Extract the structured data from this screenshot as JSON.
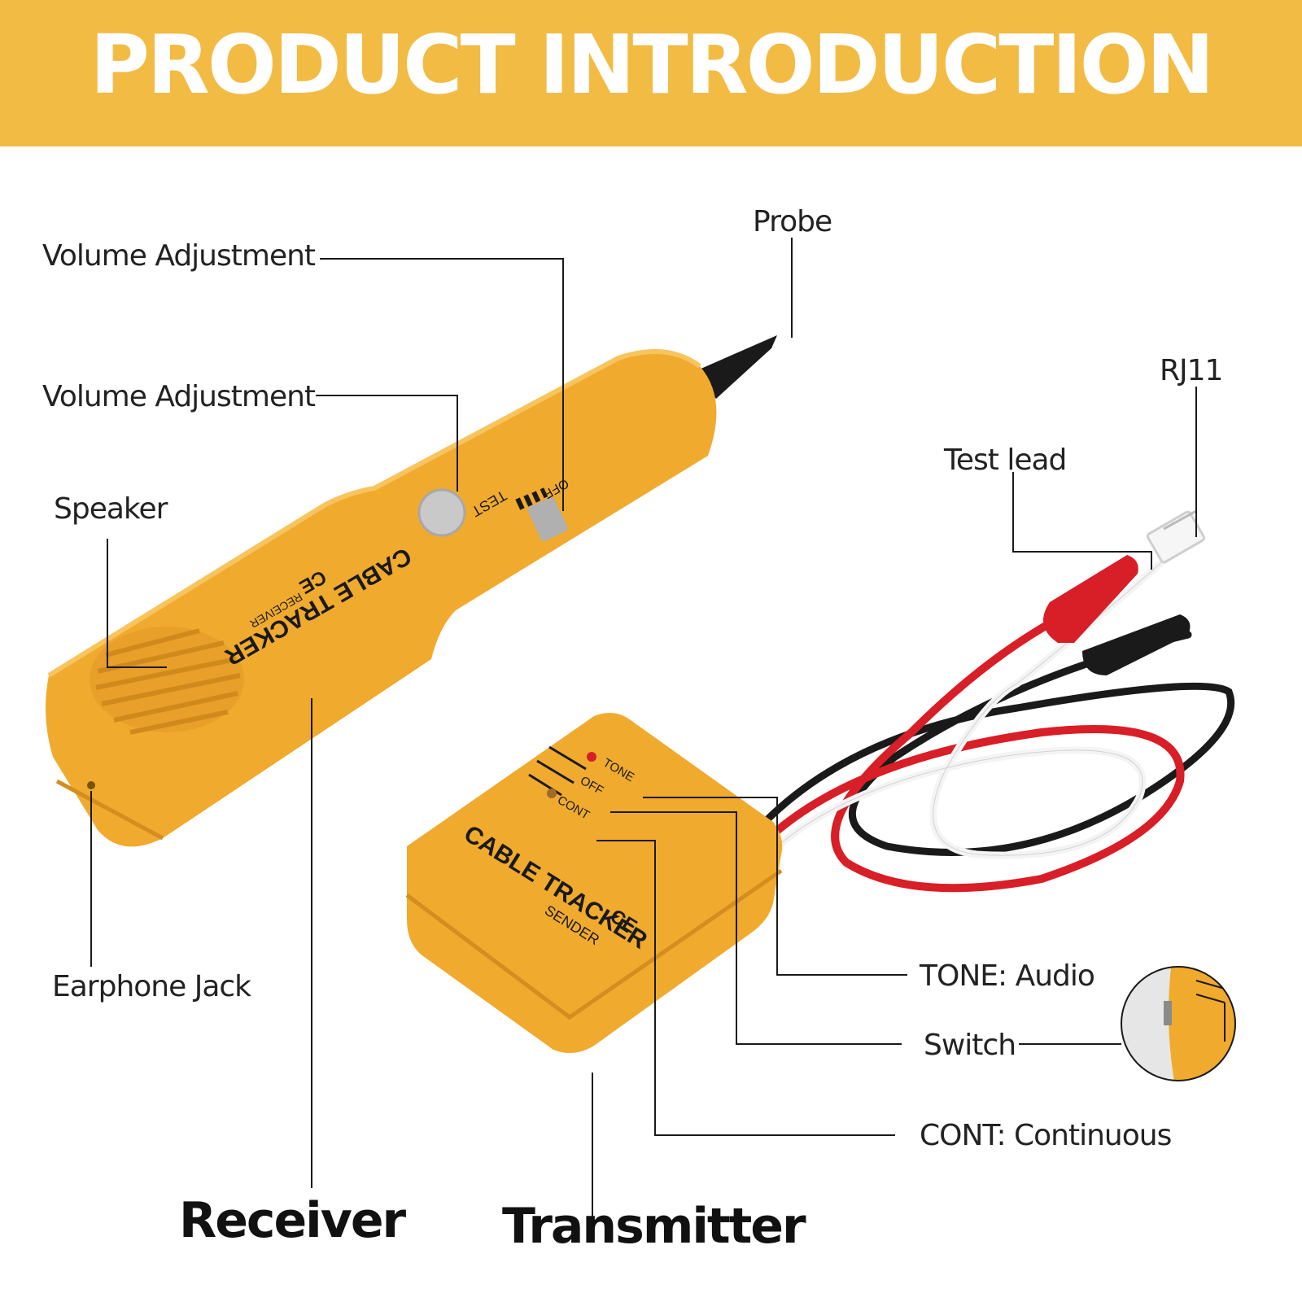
{
  "banner": {
    "title": "PRODUCT INTRODUCTION",
    "color": "#f2bb44"
  },
  "callouts": {
    "volume_top": "Volume Adjustment",
    "volume_mid": "Volume Adjustment",
    "speaker": "Speaker",
    "earphone": "Earphone Jack",
    "probe": "Probe",
    "rj11": "RJ11",
    "test_lead": "Test lead",
    "tone": "TONE: Audio",
    "switch": "Switch",
    "cont": "CONT: Continuous"
  },
  "device_labels": {
    "receiver": "Receiver",
    "transmitter": "Transmitter"
  },
  "receiver_print": {
    "test": "TEST",
    "off": "OFF",
    "brand": "CABLE TRACKER",
    "model": "RECEIVER",
    "mark": "CE"
  },
  "sender_print": {
    "tone": "TONE",
    "off": "OFF",
    "cont": "CONT",
    "brand": "CABLE TRACKER",
    "model": "SENDER",
    "mark": "CE"
  },
  "colors": {
    "device_body": "#f0aa2e",
    "wire_red": "#d81e26",
    "wire_black": "#1a1a1a",
    "wire_white": "#f4f4f4"
  }
}
